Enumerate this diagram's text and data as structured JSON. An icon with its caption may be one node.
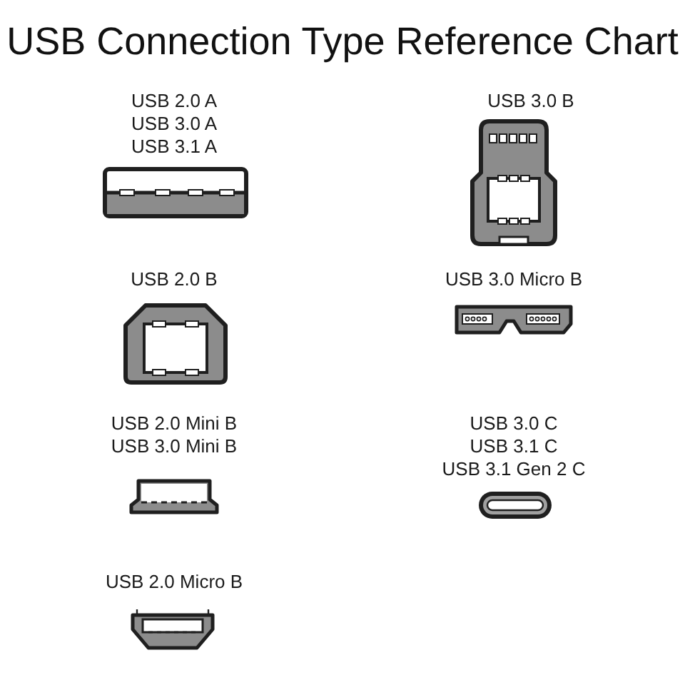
{
  "diagram": {
    "title": "USB Connection Type Reference Chart",
    "labels": [
      "USB 2.0 A",
      "USB 3.0 A",
      "USB 3.1 A",
      "USB 3.0 B",
      "USB 2.0 B",
      "USB 3.0 Micro B",
      "USB 2.0 Mini B",
      "USB 3.0 Mini B",
      "USB 3.0 C",
      "USB 3.1 C",
      "USB 3.1 Gen 2 C",
      "USB 2.0 Micro B"
    ]
  }
}
